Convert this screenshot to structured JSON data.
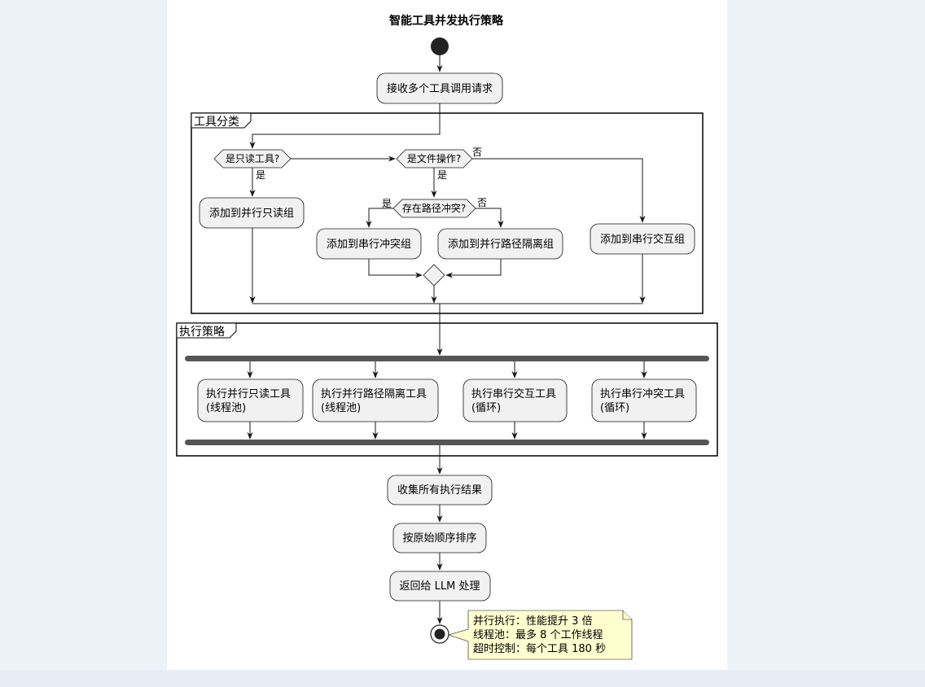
{
  "title": "智能工具并发执行策略",
  "nodes": {
    "receive": "接收多个工具调用请求",
    "add_readonly": "添加到并行只读组",
    "add_conflict": "添加到串行冲突组",
    "add_isolation": "添加到并行路径隔离组",
    "add_interactive": "添加到串行交互组",
    "exec_readonly": [
      "执行并行只读工具",
      "(线程池)"
    ],
    "exec_isolation": [
      "执行并行路径隔离工具",
      "(线程池)"
    ],
    "exec_interactive": [
      "执行串行交互工具",
      "(循环)"
    ],
    "exec_conflict": [
      "执行串行冲突工具",
      "(循环)"
    ],
    "collect": "收集所有执行结果",
    "sort": "按原始顺序排序",
    "return": "返回给 LLM 处理"
  },
  "decisions": {
    "readonly": "是只读工具?",
    "file_op": "是文件操作?",
    "path_conflict": "存在路径冲突?"
  },
  "branch_labels": {
    "yes": "是",
    "no": "否"
  },
  "partitions": {
    "classify": "工具分类",
    "execute": "执行策略"
  },
  "note": [
    "并行执行：性能提升 3 倍",
    "线程池：最多 8 个工作线程",
    "超时控制：每个工具 180 秒"
  ]
}
